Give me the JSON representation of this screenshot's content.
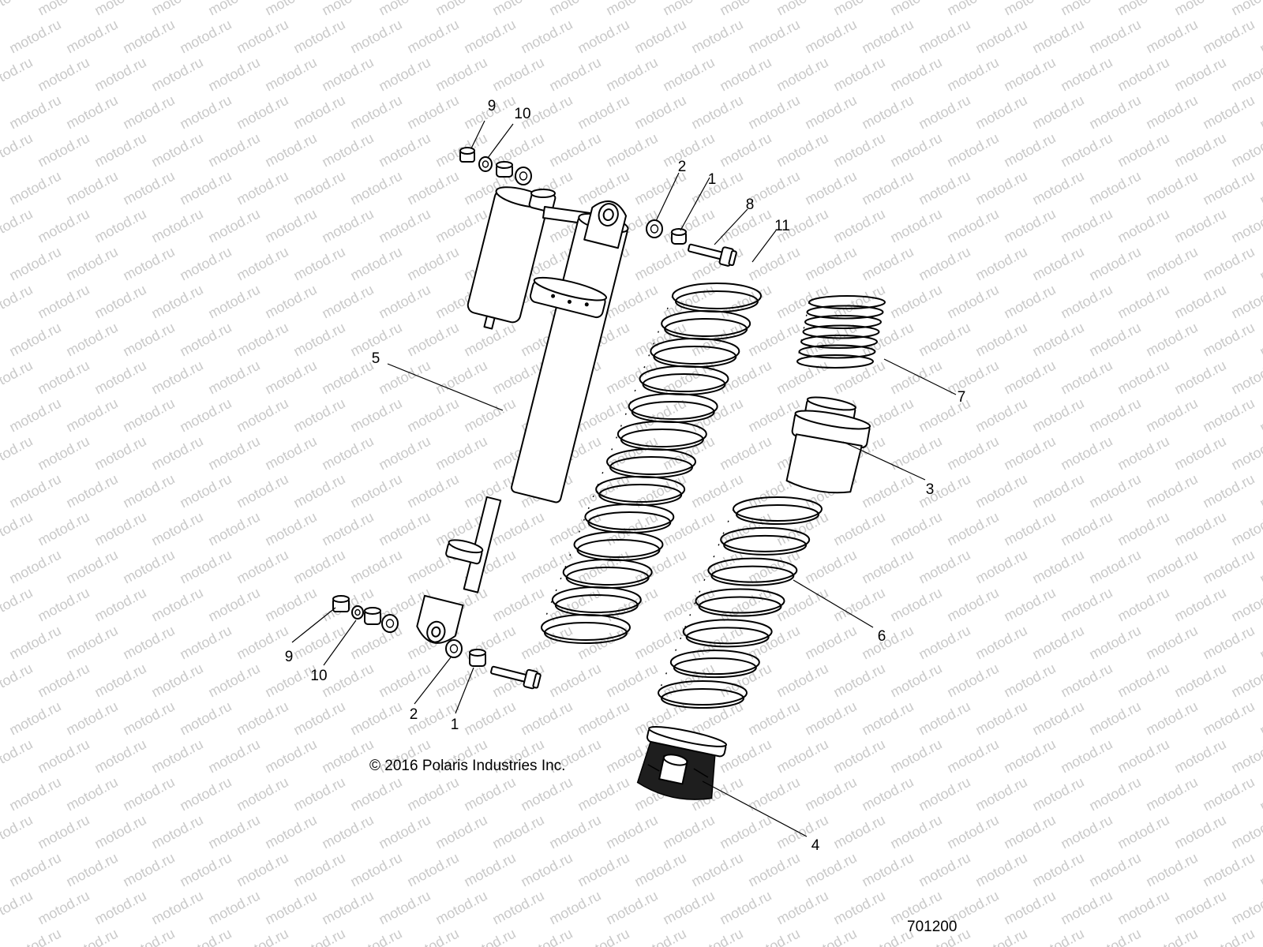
{
  "watermark": {
    "text": "motod.ru",
    "color": "#c9c9c9"
  },
  "copyright": "© 2016 Polaris Industries Inc.",
  "figure_number": "701200",
  "callouts": [
    {
      "id": "c9-top",
      "label": "9"
    },
    {
      "id": "c10-top",
      "label": "10"
    },
    {
      "id": "c2-top",
      "label": "2"
    },
    {
      "id": "c1-top",
      "label": "1"
    },
    {
      "id": "c8",
      "label": "8"
    },
    {
      "id": "c11",
      "label": "11"
    },
    {
      "id": "c7",
      "label": "7"
    },
    {
      "id": "c5",
      "label": "5"
    },
    {
      "id": "c3",
      "label": "3"
    },
    {
      "id": "c6",
      "label": "6"
    },
    {
      "id": "c9-bottom",
      "label": "9"
    },
    {
      "id": "c10-bottom",
      "label": "10"
    },
    {
      "id": "c2-bottom",
      "label": "2"
    },
    {
      "id": "c1-bottom",
      "label": "1"
    },
    {
      "id": "c4",
      "label": "4"
    }
  ]
}
